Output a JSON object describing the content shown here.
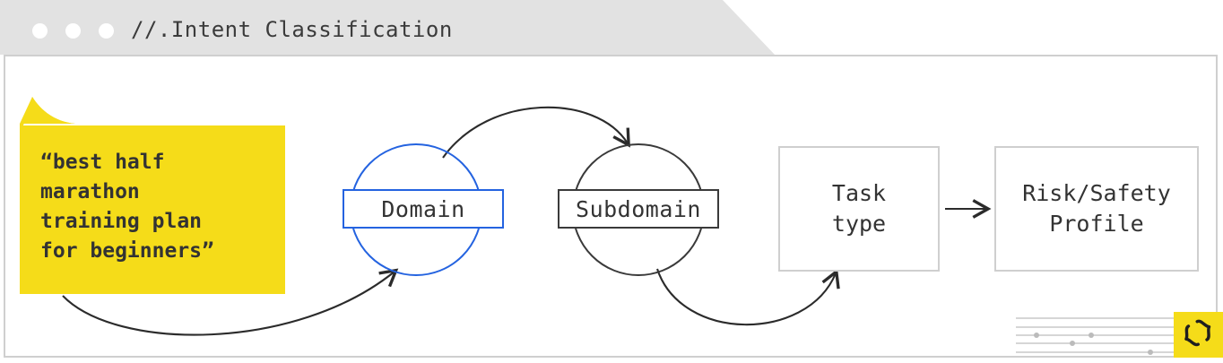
{
  "window": {
    "title": "//.Intent Classification",
    "traffic_lights": [
      "dot-1",
      "dot-2",
      "dot-3"
    ],
    "titlebar_color": "#e2e2e2",
    "dot_color": "#ffffff"
  },
  "diagram": {
    "type": "flow",
    "accent_yellow": "#f5dc19",
    "accent_blue": "#2463e0",
    "ink": "#3a3a3a",
    "callout": {
      "name": "user-query-callout",
      "text": "“best half\n marathon\n training plan\n for beginners”",
      "fill": "#f5dc19"
    },
    "nodes": [
      {
        "id": "domain",
        "label": "Domain",
        "shape": "circle-with-label",
        "color": "#2463e0"
      },
      {
        "id": "subdomain",
        "label": "Subdomain",
        "shape": "circle-with-label",
        "color": "#3a3a3a"
      },
      {
        "id": "task-type",
        "label": "Task\ntype",
        "shape": "box",
        "color": "#cfcfcf"
      },
      {
        "id": "risk-safety",
        "label": "Risk/Safety\nProfile",
        "shape": "box",
        "color": "#cfcfcf"
      }
    ],
    "edges": [
      {
        "from": "callout",
        "to": "domain",
        "style": "curved-arrow-up"
      },
      {
        "from": "domain",
        "to": "subdomain",
        "style": "arc-over-arrow"
      },
      {
        "from": "subdomain",
        "to": "task-type",
        "style": "curved-arrow-up"
      },
      {
        "from": "task-type",
        "to": "risk-safety",
        "style": "straight-arrow"
      }
    ]
  },
  "decoration": {
    "staff_line_count": 5,
    "dot_count": 5,
    "badge_icon": "curly-braces-icon",
    "badge_fill": "#f5dc19"
  }
}
